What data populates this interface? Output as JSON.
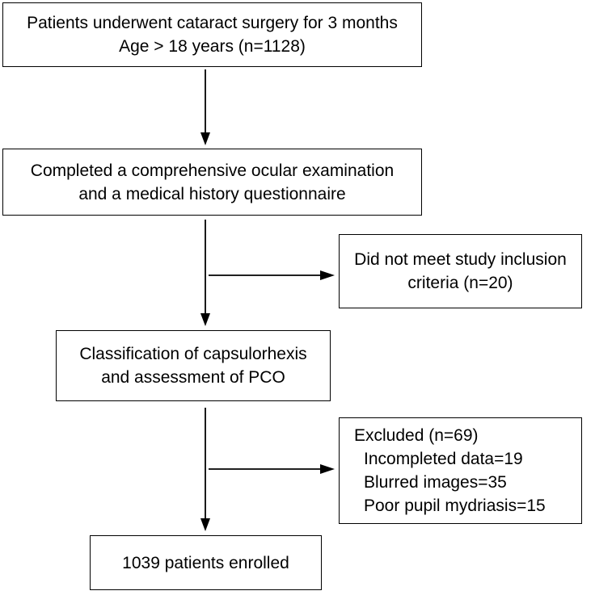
{
  "flowchart": {
    "step1": {
      "line1": "Patients underwent cataract surgery for 3 months",
      "line2": "Age > 18 years (n=1128)"
    },
    "step2": {
      "line1": "Completed a comprehensive ocular examination",
      "line2": "and a medical history questionnaire"
    },
    "exclusion1": {
      "line1": "Did not meet study inclusion",
      "line2": "criteria (n=20)"
    },
    "step3": {
      "line1": "Classification of capsulorhexis",
      "line2": "and assessment of PCO"
    },
    "exclusion2": {
      "title": "Excluded (n=69)",
      "items": [
        "Incompleted data=19",
        "Blurred images=35",
        "Poor pupil mydriasis=15"
      ]
    },
    "step4": {
      "line1": "1039 patients enrolled"
    }
  }
}
